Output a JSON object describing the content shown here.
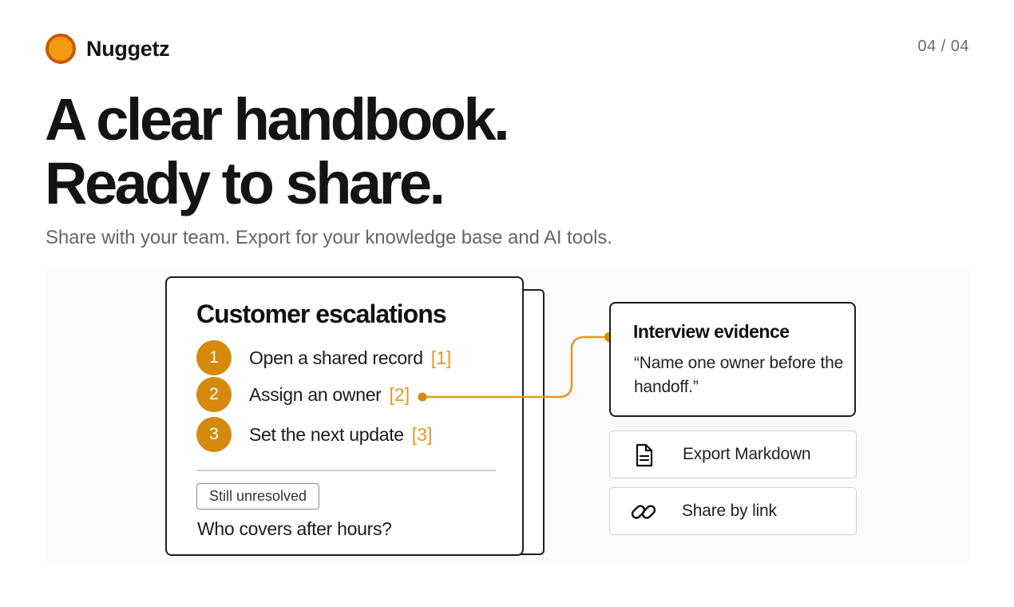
{
  "brand": {
    "name": "Nuggetz",
    "logo_icon": "orange-circle-logo",
    "logo_color": "#f49a12",
    "logo_ring_color": "#c45a0c"
  },
  "page_counter": "04 / 04",
  "hero": {
    "line1": "A clear handbook.",
    "line2": "Ready to share."
  },
  "subtitle": "Share with your team. Export for your knowledge base and AI tools.",
  "handbook_card": {
    "title": "Customer escalations",
    "steps": [
      {
        "number": "1",
        "text": "Open a shared record",
        "citation": "[1]"
      },
      {
        "number": "2",
        "text": "Assign an owner",
        "citation": "[2]"
      },
      {
        "number": "3",
        "text": "Set the next update",
        "citation": "[3]"
      }
    ],
    "badge": "Still unresolved",
    "open_question": "Who covers after hours?"
  },
  "evidence_card": {
    "title": "Interview evidence",
    "quote": "“Name one owner before the handoff.”"
  },
  "actions": [
    {
      "label": "Export Markdown",
      "icon": "document-icon"
    },
    {
      "label": "Share by link",
      "icon": "link-icon"
    }
  ],
  "colors": {
    "accent": "#d58a0d",
    "citation": "#e29a22",
    "text": "#141414",
    "muted": "#666666"
  }
}
